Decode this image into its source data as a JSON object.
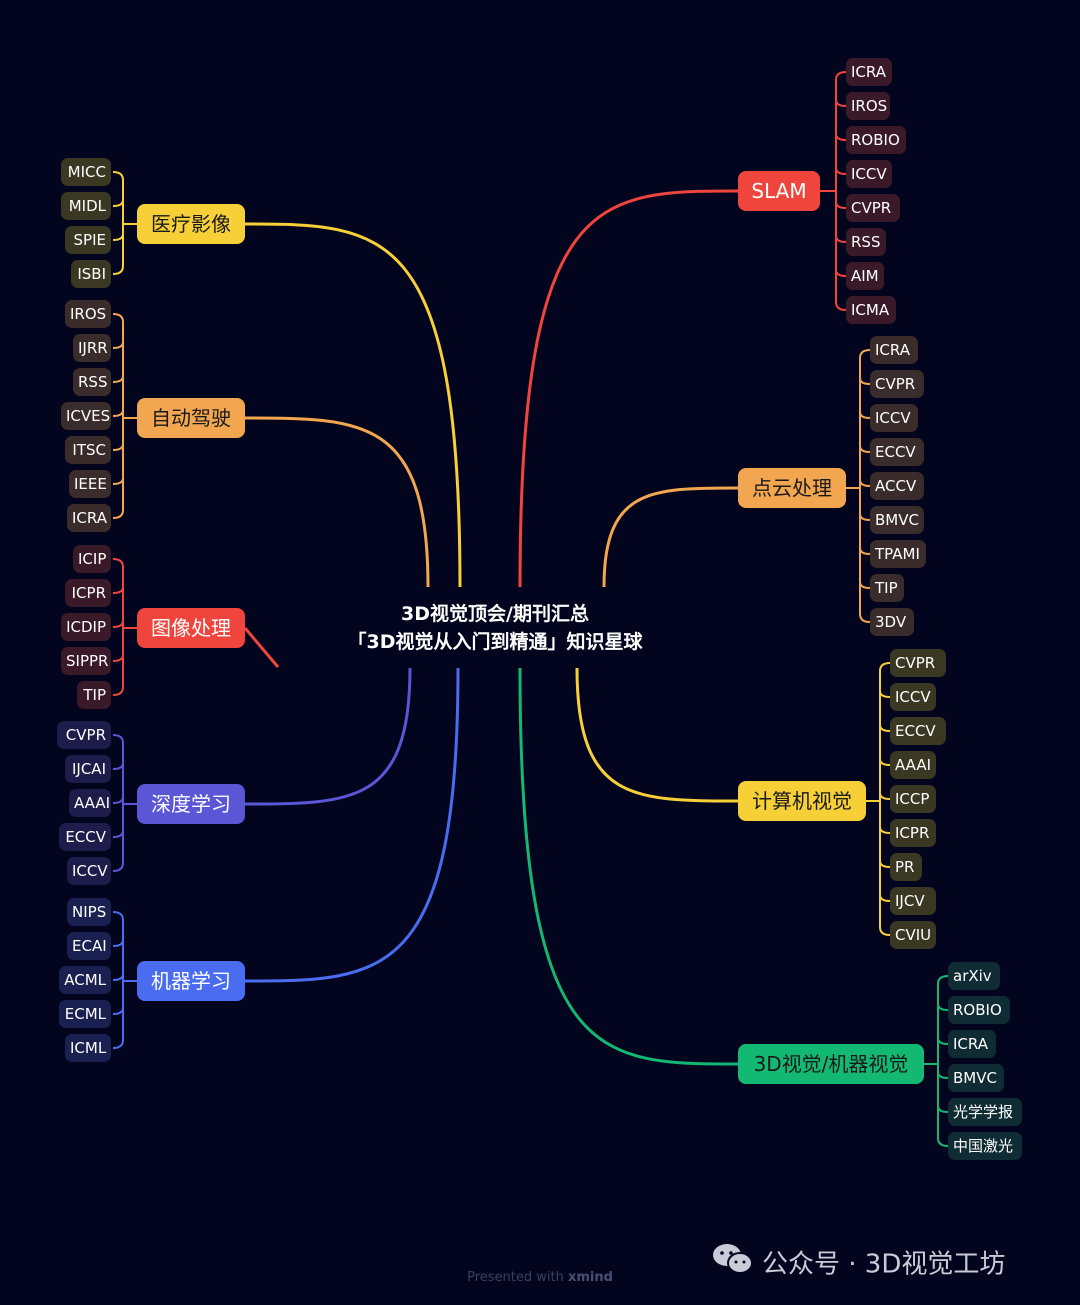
{
  "center": {
    "line1": "3D视觉顶会/期刊汇总",
    "line2": "「3D视觉从入门到精通」知识星球"
  },
  "footer": {
    "presented": "Presented with",
    "brand": "xmind"
  },
  "watermark": {
    "text": "公众号 · 3D视觉工坊"
  },
  "branches": [
    {
      "id": "medical",
      "label": "医疗影像",
      "side": "left",
      "color": "#f7d038",
      "leafBg": "#3a3722",
      "leaves": [
        "MICC",
        "MIDL",
        "SPIE",
        "ISBI"
      ]
    },
    {
      "id": "autodrive",
      "label": "自动驾驶",
      "side": "left",
      "color": "#f2a650",
      "leafBg": "#3a2c2a",
      "leaves": [
        "IROS",
        "IJRR",
        "RSS",
        "ICVES",
        "ITSC",
        "IEEE",
        "ICRA"
      ]
    },
    {
      "id": "imageproc",
      "label": "图像处理",
      "side": "left",
      "color": "#f0453d",
      "leafBg": "#3a1a28",
      "leaves": [
        "ICIP",
        "ICPR",
        "ICDIP",
        "SIPPR",
        "TIP"
      ]
    },
    {
      "id": "deeplearn",
      "label": "深度学习",
      "side": "left",
      "color": "#5b56d6",
      "leafBg": "#1d1c4a",
      "leaves": [
        "CVPR",
        "IJCAI",
        "AAAI",
        "ECCV",
        "ICCV"
      ]
    },
    {
      "id": "ml",
      "label": "机器学习",
      "side": "left",
      "color": "#4a6cf0",
      "leafBg": "#1a2150",
      "leaves": [
        "NIPS",
        "ECAI",
        "ACML",
        "ECML",
        "ICML"
      ]
    },
    {
      "id": "slam",
      "label": "SLAM",
      "side": "right",
      "color": "#f0453d",
      "leafBg": "#3a1a28",
      "leaves": [
        "ICRA",
        "IROS",
        "ROBIO",
        "ICCV",
        "CVPR",
        "RSS",
        "AIM",
        "ICMA"
      ]
    },
    {
      "id": "pointcloud",
      "label": "点云处理",
      "side": "right",
      "color": "#f2a650",
      "leafBg": "#3a2c2a",
      "leaves": [
        "ICRA",
        "CVPR",
        "ICCV",
        "ECCV",
        "ACCV",
        "BMVC",
        "TPAMI",
        "TIP",
        "3DV"
      ]
    },
    {
      "id": "cv",
      "label": "计算机视觉",
      "side": "right",
      "color": "#f7d038",
      "leafBg": "#3a3722",
      "leaves": [
        "CVPR",
        "ICCV",
        "ECCV",
        "AAAI",
        "ICCP",
        "ICPR",
        "PR",
        "IJCV",
        "CVIU"
      ]
    },
    {
      "id": "3dmv",
      "label": "3D视觉/机器视觉",
      "side": "right",
      "color": "#13b872",
      "leafBg": "#0f2c34",
      "leaves": [
        "arXiv",
        "ROBIO",
        "ICRA",
        "BMVC",
        "光学学报",
        "中国激光"
      ]
    }
  ]
}
